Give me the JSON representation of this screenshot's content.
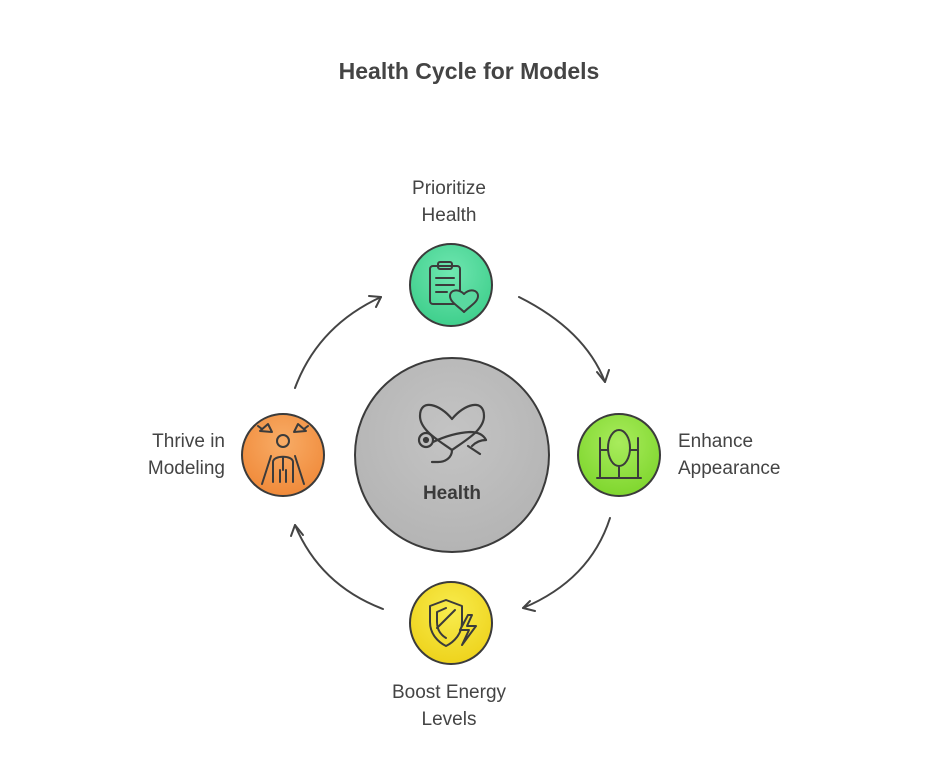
{
  "title": "Health Cycle for Models",
  "center": {
    "label": "Health",
    "icon": "heart-stethoscope-icon",
    "color": "#bfbfbf"
  },
  "steps": [
    {
      "line1": "Prioritize",
      "line2": "Health",
      "icon": "clipboard-heart-icon",
      "color": "#4fd89a"
    },
    {
      "line1": "Enhance",
      "line2": "Appearance",
      "icon": "mirror-icon",
      "color": "#8ee03c"
    },
    {
      "line1": "Boost Energy",
      "line2": "Levels",
      "icon": "shield-lightning-icon",
      "color": "#f2e02a"
    },
    {
      "line1": "Thrive in",
      "line2": "Modeling",
      "icon": "model-spotlight-icon",
      "color": "#f4944a"
    }
  ]
}
